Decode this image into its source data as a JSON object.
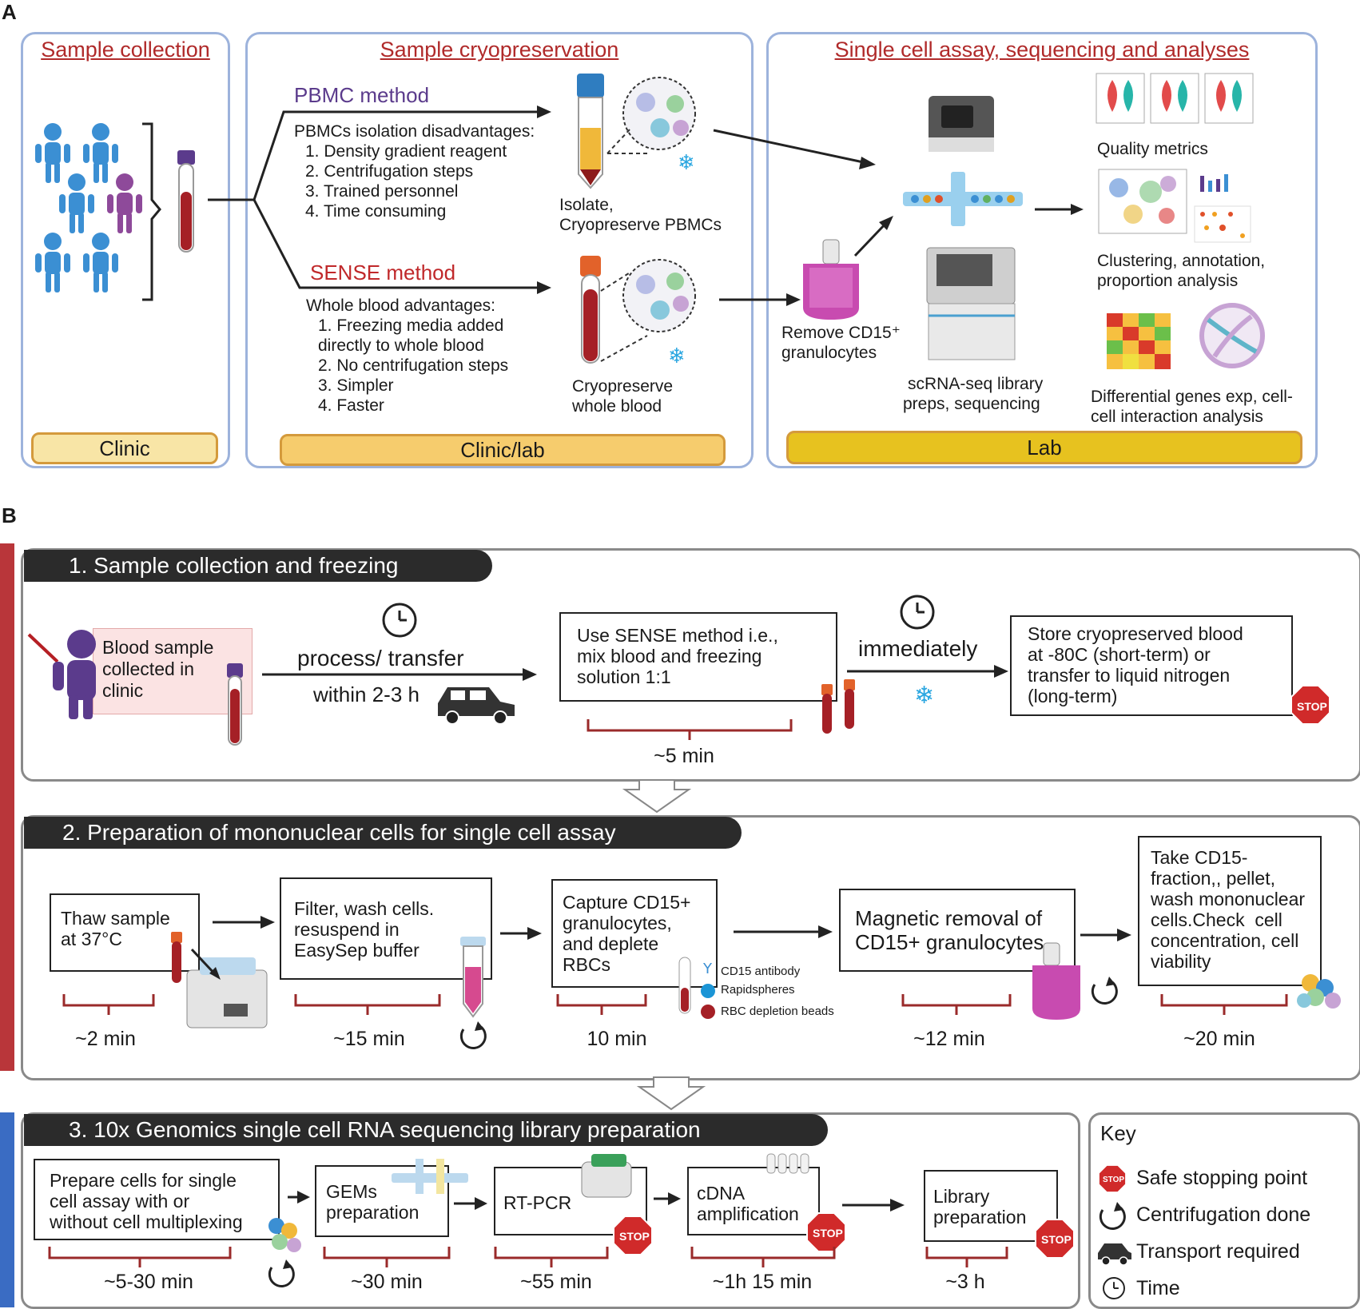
{
  "panel_a": {
    "letter": "A",
    "sections": {
      "collection": {
        "title": "Sample collection",
        "footer": "Clinic"
      },
      "cryo": {
        "title": "Sample cryopreservation",
        "footer": "Clinic/lab"
      },
      "assay": {
        "title": "Single cell assay, sequencing and analyses ",
        "footer": "Lab"
      }
    },
    "pbmc": {
      "title": "PBMC method",
      "heading": "PBMCs isolation disadvantages:",
      "items": [
        "1.  Density gradient reagent",
        "2.  Centrifugation steps",
        "3.  Trained personnel",
        "4.  Time consuming"
      ],
      "caption_1": "Isolate,",
      "caption_2": "Cryopreserve PBMCs"
    },
    "sense": {
      "title": "SENSE method",
      "heading": "Whole blood advantages:",
      "items": [
        "1.  Freezing media added",
        "     directly to whole blood",
        "2.  No centrifugation steps",
        "3.  Simpler",
        "4.  Faster"
      ],
      "caption_1": "Cryopreserve",
      "caption_2": "whole blood"
    },
    "remove_1": "Remove CD15⁺",
    "remove_2": "granulocytes",
    "scrna_1": "scRNA-seq library",
    "scrna_2": "preps, sequencing",
    "quality": "Quality metrics",
    "cluster_1": "Clustering, annotation,",
    "cluster_2": "proportion analysis",
    "diff_1": "Differential genes exp, cell-",
    "diff_2": "cell interaction analysis"
  },
  "panel_b": {
    "letter": "B",
    "step1": {
      "title": "1.  Sample collection and freezing",
      "blood_1": "Blood sample",
      "blood_2": "collected in",
      "blood_3": "clinic",
      "process": "process/ transfer",
      "within": "within 2-3 h",
      "sense_box": "Use SENSE method i.e.,\nmix blood and freezing\nsolution 1:1",
      "immediately": "immediately",
      "store_box": "Store cryopreserved blood\nat -80C (short-term) or\ntransfer to liquid nitrogen\n(long-term)",
      "dur": "~5 min"
    },
    "step2": {
      "title": "2. Preparation of mononuclear cells for single cell assay",
      "thaw": "Thaw sample\nat 37°C",
      "filter": "Filter, wash cells.\nresuspend in\nEasySep buffer",
      "capture": "Capture CD15+\ngranulocytes,\nand deplete\nRBCs",
      "magnetic": "Magnetic removal of\nCD15+ granulocytes",
      "take": "Take CD15-\nfraction,, pellet,\nwash mononuclear\ncells.Check  cell\nconcentration, cell\nviability",
      "legend_antibody": "CD15 antibody",
      "legend_rapid": "Rapidspheres",
      "legend_rbc": "RBC depletion beads",
      "durs": [
        "~2 min",
        "~15 min",
        "10 min",
        "~12 min",
        "~20 min"
      ]
    },
    "step3": {
      "title": "3. 10x Genomics single cell RNA sequencing library preparation",
      "prepare": "Prepare cells for single\ncell assay with or\nwithout cell multiplexing",
      "gems": "GEMs\npreparation",
      "rtpcr": "RT-PCR",
      "cdna": "cDNA\namplification",
      "library": "Library\npreparation",
      "durs": [
        "~5-30 min",
        "~30 min",
        "~55 min",
        "~1h 15 min",
        "~3 h"
      ]
    },
    "key": {
      "title": "Key",
      "stop": "Safe stopping point",
      "centrifuge": "Centrifugation done",
      "transport": "Transport required",
      "time": "Time",
      "stop_word": "STOP"
    }
  }
}
